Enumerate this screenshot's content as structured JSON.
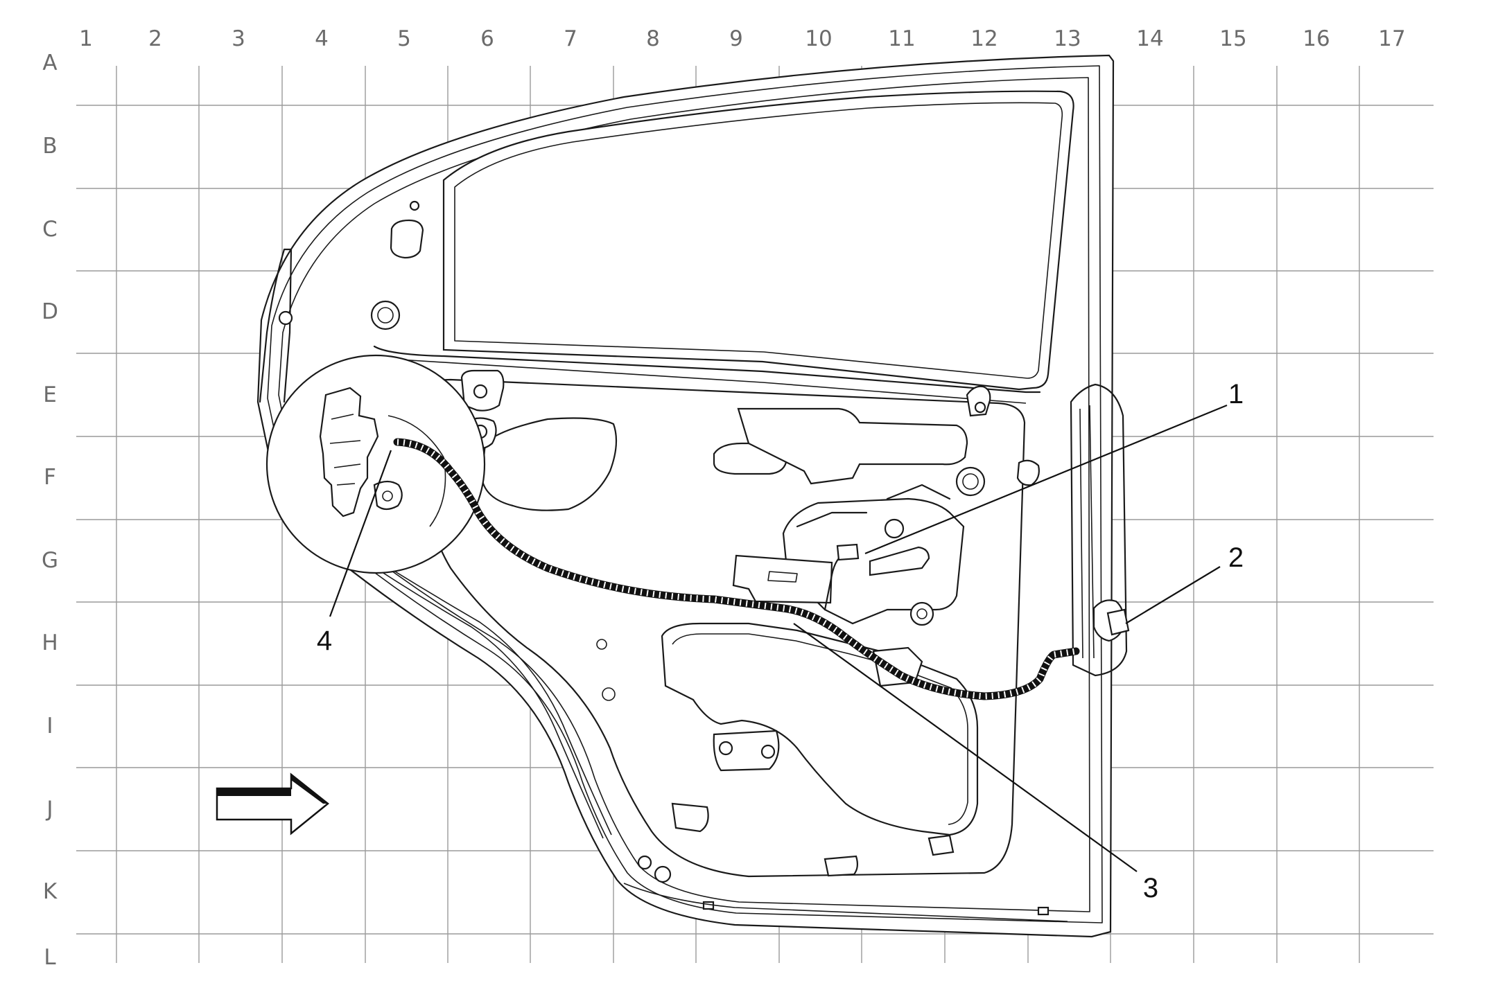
{
  "grid": {
    "columns": [
      "1",
      "2",
      "3",
      "4",
      "5",
      "6",
      "7",
      "8",
      "9",
      "10",
      "11",
      "12",
      "13",
      "14",
      "15",
      "16",
      "17"
    ],
    "rows": [
      "A",
      "B",
      "C",
      "D",
      "E",
      "F",
      "G",
      "H",
      "I",
      "J",
      "K",
      "L"
    ]
  },
  "callouts": [
    {
      "id": "1",
      "label": "1"
    },
    {
      "id": "2",
      "label": "2"
    },
    {
      "id": "3",
      "label": "3"
    },
    {
      "id": "4",
      "label": "4"
    }
  ],
  "direction_arrow": {
    "icon": "forward-arrow-icon",
    "direction": "right"
  },
  "colors": {
    "line": "#1a1a1a",
    "grid": "#9a9a9a",
    "label": "#6b6b6b",
    "background": "#ffffff"
  }
}
